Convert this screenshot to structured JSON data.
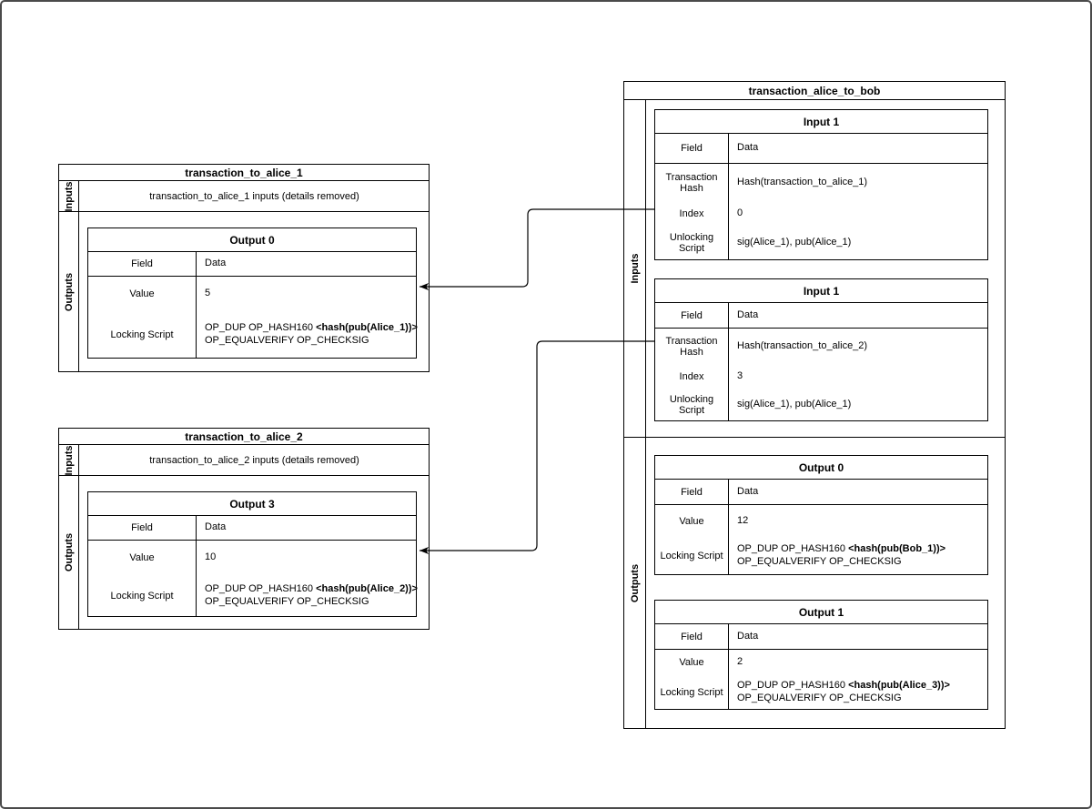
{
  "canvas": {
    "background": "#ffffff",
    "line_color": "#000000",
    "border_color": "#4a4a4a"
  },
  "tx_to_alice_1": {
    "title": "transaction_to_alice_1",
    "inputs_band_label": "Inputs",
    "outputs_band_label": "Outputs",
    "inputs_summary": "transaction_to_alice_1 inputs (details removed)",
    "output_table": {
      "title": "Output 0",
      "col_field": "Field",
      "col_data": "Data",
      "value_label": "Value",
      "value": "5",
      "locking_label": "Locking Script",
      "script_line1_pre": "OP_DUP OP_HASH160 ",
      "script_line1_bold": "<hash(pub(Alice_1))>",
      "script_line2": "OP_EQUALVERIFY OP_CHECKSIG"
    }
  },
  "tx_to_alice_2": {
    "title": "transaction_to_alice_2",
    "inputs_band_label": "Inputs",
    "outputs_band_label": "Outputs",
    "inputs_summary": "transaction_to_alice_2 inputs (details removed)",
    "output_table": {
      "title": "Output 3",
      "col_field": "Field",
      "col_data": "Data",
      "value_label": "Value",
      "value": "10",
      "locking_label": "Locking Script",
      "script_line1_pre": "OP_DUP OP_HASH160 ",
      "script_line1_bold": "<hash(pub(Alice_2))>",
      "script_line2": "OP_EQUALVERIFY OP_CHECKSIG"
    }
  },
  "tx_alice_to_bob": {
    "title": "transaction_alice_to_bob",
    "inputs_band_label": "Inputs",
    "outputs_band_label": "Outputs",
    "input_table_1": {
      "title": "Input 1",
      "col_field": "Field",
      "col_data": "Data",
      "hash_label": "Transaction Hash",
      "hash_value": "Hash(transaction_to_alice_1)",
      "index_label": "Index",
      "index_value": "0",
      "unlocking_label": "Unlocking Script",
      "unlocking_value": "sig(Alice_1), pub(Alice_1)"
    },
    "input_table_2": {
      "title": "Input 1",
      "col_field": "Field",
      "col_data": "Data",
      "hash_label": "Transaction Hash",
      "hash_value": "Hash(transaction_to_alice_2)",
      "index_label": "Index",
      "index_value": "3",
      "unlocking_label": "Unlocking Script",
      "unlocking_value": "sig(Alice_1), pub(Alice_1)"
    },
    "output_table_0": {
      "title": "Output 0",
      "col_field": "Field",
      "col_data": "Data",
      "value_label": "Value",
      "value": "12",
      "locking_label": "Locking Script",
      "script_line1_pre": "OP_DUP OP_HASH160 ",
      "script_line1_bold": "<hash(pub(Bob_1))>",
      "script_line2": "OP_EQUALVERIFY OP_CHECKSIG"
    },
    "output_table_1": {
      "title": "Output 1",
      "col_field": "Field",
      "col_data": "Data",
      "value_label": "Value",
      "value": "2",
      "locking_label": "Locking Script",
      "script_line1_pre": "OP_DUP OP_HASH160 ",
      "script_line1_bold": "<hash(pub(Alice_3))>",
      "script_line2": "OP_EQUALVERIFY OP_CHECKSIG"
    }
  }
}
